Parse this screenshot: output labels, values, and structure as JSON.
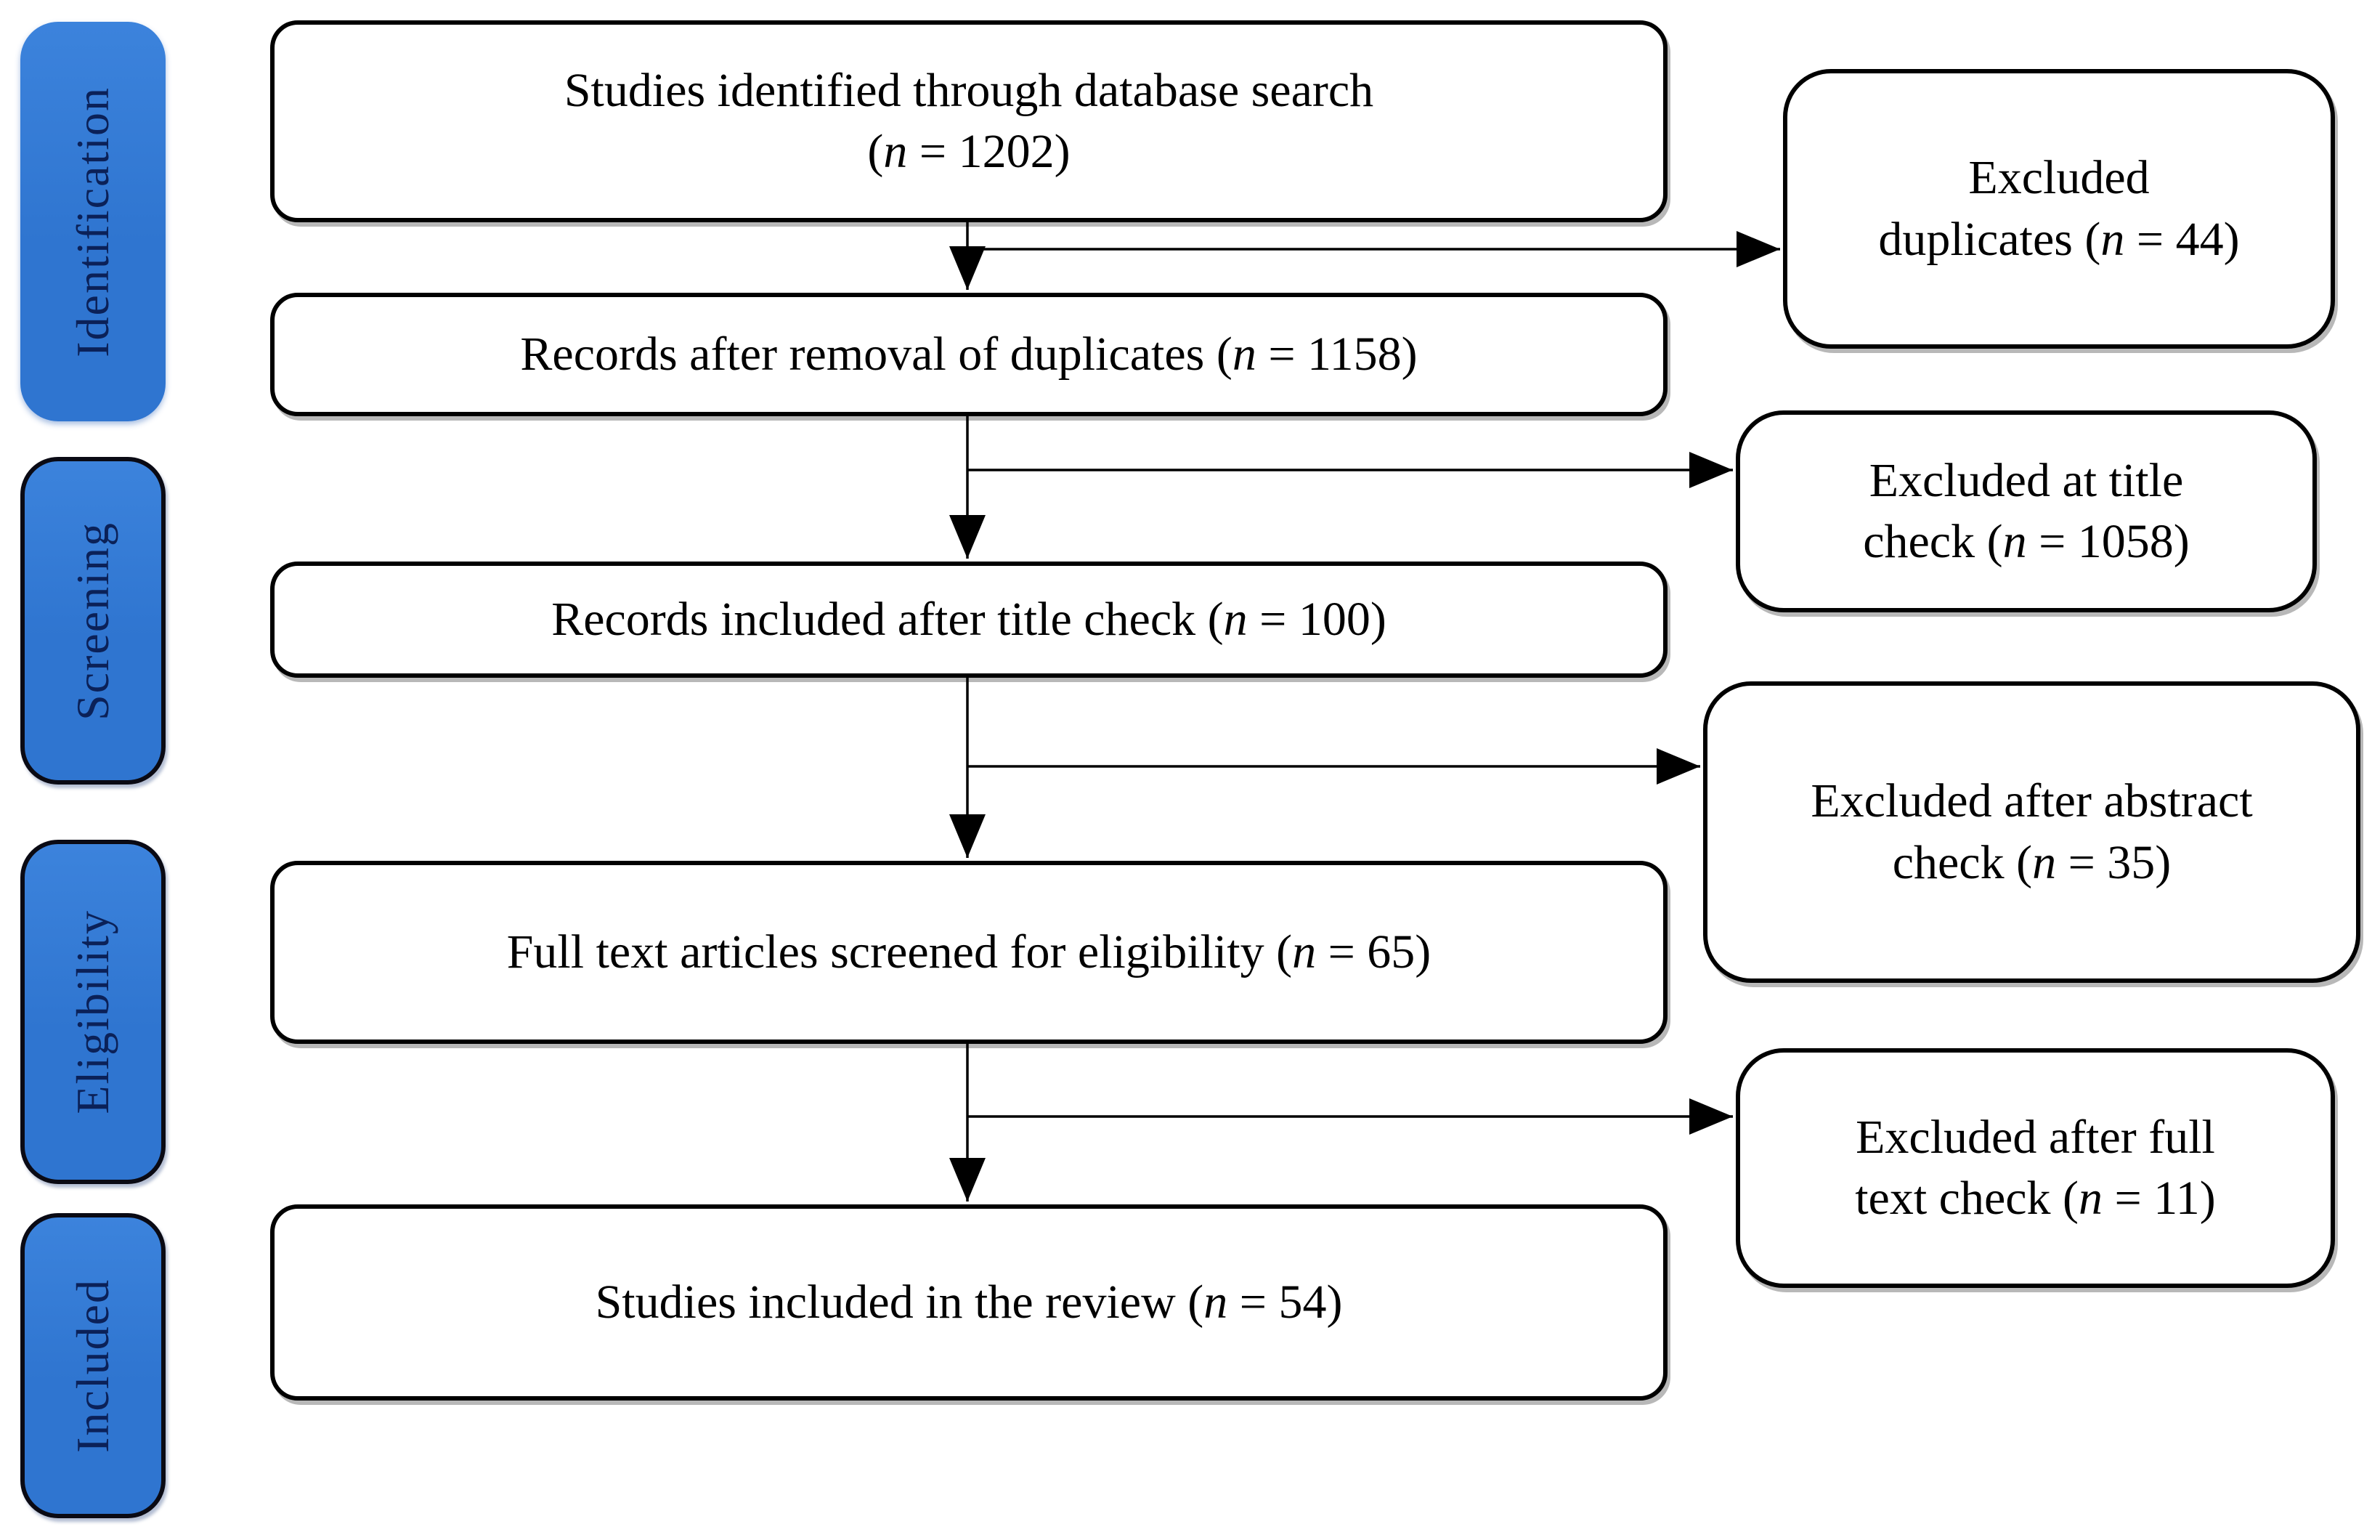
{
  "colors": {
    "background": "#ffffff",
    "stage_fill": "#2f75d0",
    "stage_fill_light": "#3c83dc",
    "stage_border": "#0a0a14",
    "stage_text": "#0b2158",
    "box_fill": "#ffffff",
    "box_border": "#000000",
    "box_text": "#000000",
    "arrow": "#000000"
  },
  "stages": [
    {
      "id": "identification",
      "label": "Identification"
    },
    {
      "id": "screening",
      "label": "Screening"
    },
    {
      "id": "eligibility",
      "label": "Eligibility"
    },
    {
      "id": "included",
      "label": "Included"
    }
  ],
  "main_boxes": [
    {
      "id": "identified",
      "lines": [
        [
          {
            "t": "Studies identified through database search"
          }
        ],
        [
          {
            "t": "("
          },
          {
            "t": "n",
            "i": true
          },
          {
            "t": " = 1202)"
          }
        ]
      ]
    },
    {
      "id": "after-duplicate-removal",
      "lines": [
        [
          {
            "t": "Records after removal of duplicates ("
          },
          {
            "t": "n",
            "i": true
          },
          {
            "t": " = 1158)"
          }
        ]
      ]
    },
    {
      "id": "after-title-check",
      "lines": [
        [
          {
            "t": "Records included after title check ("
          },
          {
            "t": "n",
            "i": true
          },
          {
            "t": " = 100)"
          }
        ]
      ]
    },
    {
      "id": "fulltext-screened",
      "lines": [
        [
          {
            "t": "Full text articles screened for eligibility ("
          },
          {
            "t": "n",
            "i": true
          },
          {
            "t": " = 65)"
          }
        ]
      ]
    },
    {
      "id": "included-review",
      "lines": [
        [
          {
            "t": "Studies included in the review ("
          },
          {
            "t": "n",
            "i": true
          },
          {
            "t": " = 54)"
          }
        ]
      ]
    }
  ],
  "side_boxes": [
    {
      "id": "excluded-duplicates",
      "lines": [
        [
          {
            "t": "Excluded"
          }
        ],
        [
          {
            "t": "duplicates ("
          },
          {
            "t": "n",
            "i": true
          },
          {
            "t": " = 44)"
          }
        ]
      ]
    },
    {
      "id": "excluded-title",
      "lines": [
        [
          {
            "t": "Excluded at title"
          }
        ],
        [
          {
            "t": "check ("
          },
          {
            "t": "n",
            "i": true
          },
          {
            "t": " = 1058)"
          }
        ]
      ]
    },
    {
      "id": "excluded-abstract",
      "lines": [
        [
          {
            "t": "Excluded after abstract"
          }
        ],
        [
          {
            "t": "check ("
          },
          {
            "t": "n",
            "i": true
          },
          {
            "t": " = 35)"
          }
        ]
      ]
    },
    {
      "id": "excluded-fulltext",
      "lines": [
        [
          {
            "t": "Excluded after full"
          }
        ],
        [
          {
            "t": "text check ("
          },
          {
            "t": "n",
            "i": true
          },
          {
            "t": " = 11)"
          }
        ]
      ]
    }
  ],
  "edges": [
    {
      "from": "identified",
      "to": "after-duplicate-removal"
    },
    {
      "from": "identified",
      "to": "excluded-duplicates"
    },
    {
      "from": "after-duplicate-removal",
      "to": "after-title-check"
    },
    {
      "from": "after-duplicate-removal",
      "to": "excluded-title"
    },
    {
      "from": "after-title-check",
      "to": "fulltext-screened"
    },
    {
      "from": "after-title-check",
      "to": "excluded-abstract"
    },
    {
      "from": "fulltext-screened",
      "to": "included-review"
    },
    {
      "from": "fulltext-screened",
      "to": "excluded-fulltext"
    }
  ]
}
